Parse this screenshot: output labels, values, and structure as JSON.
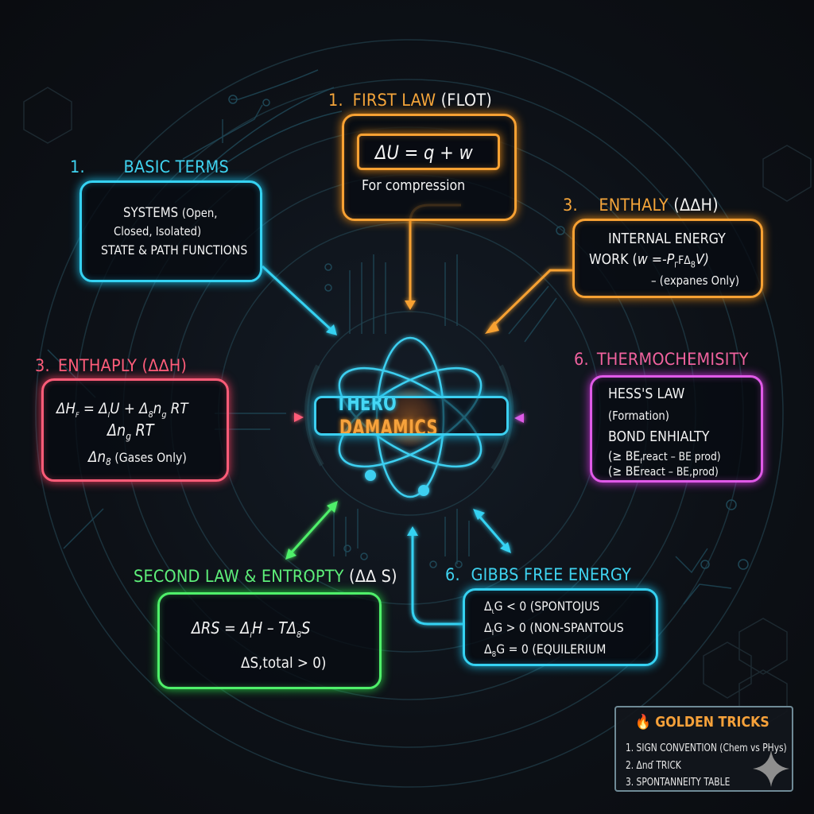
{
  "center": {
    "title_part1": "THERO",
    "title_part2": "DAMAMICS"
  },
  "sections": {
    "first_law": {
      "number": "1.",
      "title": "FIRST LAW",
      "title_suffix": "(FLOT)",
      "equation": "ΔU = q + w",
      "note": "For compression",
      "color": "#f7a133"
    },
    "basic_terms": {
      "number": "1.",
      "title": "BASIC TERMS",
      "line1_bold": "SYSTEMS",
      "line1_rest": "(Open,",
      "line2": "Closed, Isolated)",
      "line3": "STATE & PATH FUNCTIONS",
      "color": "#35d2f2"
    },
    "enthaly_right": {
      "number": "3.",
      "title": "ENTHALY",
      "title_suffix": "(Δ∆H)",
      "line1": "INTERNAL ENERGY",
      "line2_prefix": "WORK (",
      "line2_math": "w =-P",
      "line2_sub": "Γ",
      "line2_mid": "FΔ",
      "line2_sub2": "8",
      "line2_end": "V)",
      "line3": "–  (expanes Only)",
      "color": "#f7a133"
    },
    "enthaply_left": {
      "number": "3.",
      "title": "ENTHAPLY",
      "title_suffix": "(Δ∆H)",
      "eq1": "ΔH",
      "eq1_sub": "F",
      "eq1_rest": " = Δ",
      "eq1_sub2": "I",
      "eq1_rest2": "U + Δ",
      "eq1_sub3": "8",
      "eq1_rest3": "n",
      "eq1_sub4": "g",
      "eq1_rest4": " RT",
      "eq2": "Δn",
      "eq2_sub": "g",
      "eq2_rest": "  RT",
      "eq3": "Δn",
      "eq3_sub": "8",
      "eq3_rest": " (Gases Only)",
      "color": "#ff5c78"
    },
    "thermochemistry": {
      "number": "6.",
      "title": "THERMOCHEMISITY",
      "line1": "HESS'S LAW",
      "line2": "(Formation)",
      "line3": "BOND ENHIALTY",
      "line4_a": "(≥ BE",
      "line4_sub": "f",
      "line4_b": "react – BE prod)",
      "line5_a": "(≥ BE",
      "line5_sub": "",
      "line5_b": "react – BE,prod)",
      "color": "#e05ae8"
    },
    "second_law": {
      "title": "SECOND LAW & ENTROPTY",
      "title_suffix": "(Δ∆ S)",
      "eq1_a": "ΔRS = Δ",
      "eq1_sub": "I",
      "eq1_b": "H – TΔ",
      "eq1_sub2": "8",
      "eq1_c": "S",
      "eq2": "ΔS,total > 0)",
      "color": "#4ff06a"
    },
    "gibbs": {
      "number": "6.",
      "title": "GIBBS FREE ENERGY",
      "rows": [
        {
          "delta": "Δ",
          "sub": "ι",
          "rest": "G < 0  (SPONTOJUS"
        },
        {
          "delta": "Δ",
          "sub": "I",
          "rest": "G > 0  (NON-SPANTOUS"
        },
        {
          "delta": "Δ",
          "sub": "8",
          "rest": "G = 0  (EQUILERIUM"
        }
      ],
      "color": "#35d2f2"
    }
  },
  "golden_tricks": {
    "icon": "🔥",
    "title": "GOLDEN TRICKS",
    "items": [
      "1. SIGN CONVENTION (Chem vs PHys)",
      "2. Δnɗ TRICK",
      "3. SPONTANNEITY TABLE"
    ]
  }
}
